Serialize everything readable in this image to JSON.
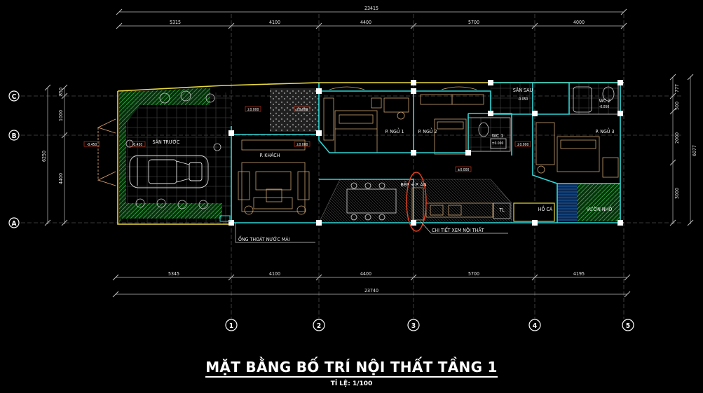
{
  "drawing": {
    "title": "MẶT BẰNG BỐ TRÍ NỘI THẤT TẦNG 1",
    "scale": "TỈ LỆ: 1/100"
  },
  "dims_top": {
    "total": "23415",
    "segments": [
      "5315",
      "4100",
      "4400",
      "5700",
      "4000"
    ]
  },
  "dims_bottom": {
    "total": "23740",
    "segments": [
      "5345",
      "4100",
      "4400",
      "5700",
      "4195"
    ]
  },
  "dims_left": {
    "total": "6250",
    "segments": [
      "850",
      "1000",
      "4400"
    ]
  },
  "dims_right": {
    "total": "6077",
    "segments": [
      "777",
      "500",
      "2000",
      "3000"
    ]
  },
  "axes_rows": [
    "C",
    "B",
    "A"
  ],
  "axes_cols": [
    "1",
    "2",
    "3",
    "4",
    "5"
  ],
  "rooms": {
    "san_truoc": "SÂN TRƯỚC",
    "p_khach": "P. KHÁCH",
    "p_ngu_1": "P. NGỦ 1",
    "p_ngu_2": "P. NGỦ 2",
    "wc_1": "WC 1",
    "san_sau": "SÂN SAU",
    "wc_2": "WC 2",
    "p_ngu_3": "P. NGỦ 3",
    "bep": "BẾP + P. ĂN",
    "tl": "TL",
    "ho_ca": "HỒ CÁ",
    "vuon_nho": "VƯỜN NHỎ"
  },
  "levels": {
    "l1": "-0.450",
    "l2": "-0.450",
    "l3": "±0.000",
    "l4": "±0.000",
    "l5": "±0.000",
    "l6": "±0.000",
    "l7": "-0.050",
    "l8": "±0.000",
    "l9": "±0.000",
    "l10": "-0.050"
  },
  "annotations": {
    "ong_thoat": "ỐNG THOÁT NƯỚC MÁI",
    "chi_tiet": "CHI TIẾT XEM NỘI THẤT"
  },
  "colors": {
    "wall": "#2fd6d6",
    "site_boundary": "#f0e040",
    "garden": "#2f9e3a",
    "furniture": "#c8a070",
    "grid": "#8a8a8a",
    "axis_line": "#555555",
    "highlight": "#e04020",
    "water": "#1b5aa0"
  }
}
